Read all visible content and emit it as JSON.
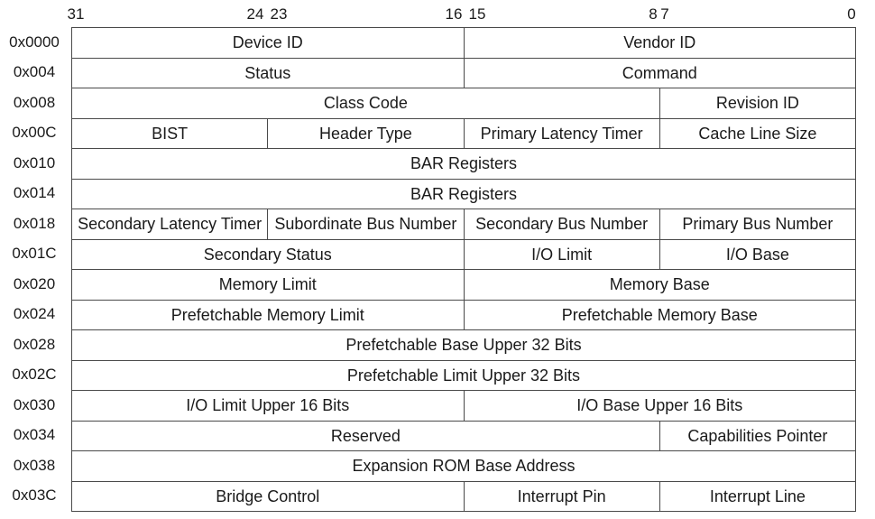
{
  "bit_positions": [
    "31",
    "24",
    "23",
    "16",
    "15",
    "8",
    "7",
    "0"
  ],
  "registers": [
    {
      "offset": "0x0000",
      "fields": [
        {
          "name": "Device ID",
          "bits": 16
        },
        {
          "name": "Vendor ID",
          "bits": 16
        }
      ]
    },
    {
      "offset": "0x004",
      "fields": [
        {
          "name": "Status",
          "bits": 16
        },
        {
          "name": "Command",
          "bits": 16
        }
      ]
    },
    {
      "offset": "0x008",
      "fields": [
        {
          "name": "Class Code",
          "bits": 24
        },
        {
          "name": "Revision ID",
          "bits": 8
        }
      ]
    },
    {
      "offset": "0x00C",
      "fields": [
        {
          "name": "BIST",
          "bits": 8
        },
        {
          "name": "Header Type",
          "bits": 8
        },
        {
          "name": "Primary Latency Timer",
          "bits": 8
        },
        {
          "name": "Cache Line Size",
          "bits": 8
        }
      ]
    },
    {
      "offset": "0x010",
      "fields": [
        {
          "name": "BAR Registers",
          "bits": 32
        }
      ]
    },
    {
      "offset": "0x014",
      "fields": [
        {
          "name": "BAR Registers",
          "bits": 32
        }
      ]
    },
    {
      "offset": "0x018",
      "fields": [
        {
          "name": "Secondary Latency Timer",
          "bits": 8
        },
        {
          "name": "Subordinate Bus Number",
          "bits": 8
        },
        {
          "name": "Secondary Bus Number",
          "bits": 8
        },
        {
          "name": "Primary Bus Number",
          "bits": 8
        }
      ]
    },
    {
      "offset": "0x01C",
      "fields": [
        {
          "name": "Secondary Status",
          "bits": 16
        },
        {
          "name": "I/O Limit",
          "bits": 8
        },
        {
          "name": "I/O Base",
          "bits": 8
        }
      ]
    },
    {
      "offset": "0x020",
      "fields": [
        {
          "name": "Memory Limit",
          "bits": 16
        },
        {
          "name": "Memory Base",
          "bits": 16
        }
      ]
    },
    {
      "offset": "0x024",
      "fields": [
        {
          "name": "Prefetchable Memory Limit",
          "bits": 16
        },
        {
          "name": "Prefetchable Memory Base",
          "bits": 16
        }
      ]
    },
    {
      "offset": "0x028",
      "fields": [
        {
          "name": "Prefetchable Base Upper 32 Bits",
          "bits": 32
        }
      ]
    },
    {
      "offset": "0x02C",
      "fields": [
        {
          "name": "Prefetchable Limit Upper 32 Bits",
          "bits": 32
        }
      ]
    },
    {
      "offset": "0x030",
      "fields": [
        {
          "name": "I/O Limit Upper 16 Bits",
          "bits": 16
        },
        {
          "name": "I/O Base Upper 16 Bits",
          "bits": 16
        }
      ]
    },
    {
      "offset": "0x034",
      "fields": [
        {
          "name": "Reserved",
          "bits": 24
        },
        {
          "name": "Capabilities Pointer",
          "bits": 8
        }
      ]
    },
    {
      "offset": "0x038",
      "fields": [
        {
          "name": "Expansion ROM Base Address",
          "bits": 32
        }
      ]
    },
    {
      "offset": "0x03C",
      "fields": [
        {
          "name": "Bridge Control",
          "bits": 16
        },
        {
          "name": "Interrupt Pin",
          "bits": 8
        },
        {
          "name": "Interrupt Line",
          "bits": 8
        }
      ]
    }
  ]
}
